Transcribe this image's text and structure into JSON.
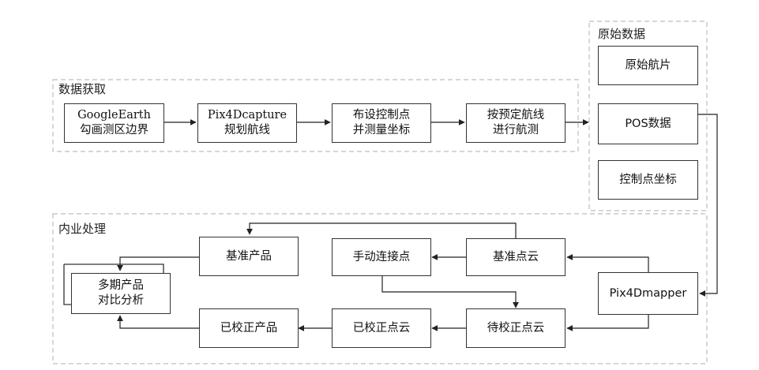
{
  "groups": {
    "acquisition": "数据获取",
    "raw_data": "原始数据",
    "processing": "内业处理"
  },
  "nodes": {
    "google_earth": {
      "line1": "GoogleEarth",
      "line2": "勾画测区边界"
    },
    "pix4dcapture": {
      "line1": "Pix4Dcapture",
      "line2": "规划航线"
    },
    "control_points_setup": {
      "line1": "布设控制点",
      "line2": "并测量坐标"
    },
    "flight": {
      "line1": "按预定航线",
      "line2": "进行航测"
    },
    "raw_images": "原始航片",
    "pos_data": "POS数据",
    "control_coords": "控制点坐标",
    "pix4dmapper": "Pix4Dmapper",
    "reference_cloud": "基准点云",
    "manual_tie": "手动连接点",
    "reference_product": "基准产品",
    "to_correct_cloud": "待校正点云",
    "corrected_cloud": "已校正点云",
    "corrected_product": "已校正产品",
    "multi_period": {
      "line1": "多期产品",
      "line2": "对比分析"
    }
  }
}
